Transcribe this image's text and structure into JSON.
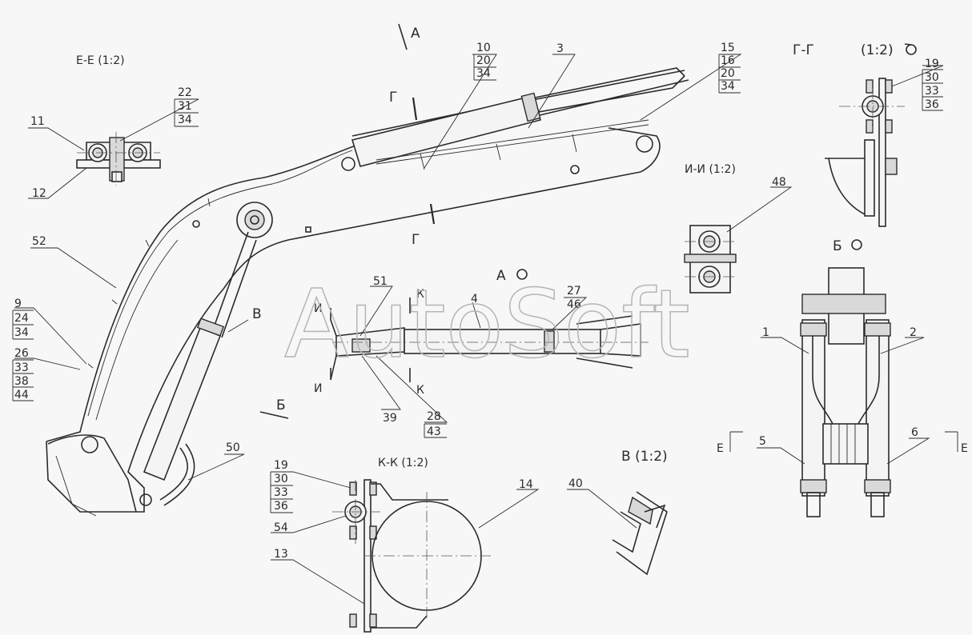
{
  "watermark": "AutoSoft",
  "views": {
    "ee": "Е-Е (1:2)",
    "gg": "Г-Г",
    "gg_scale": "(1:2)",
    "ii": "И-И (1:2)",
    "b_view": "Б",
    "a_view": "А",
    "kk": "К-К (1:2)",
    "v_view": "В (1:2)"
  },
  "section_marks": {
    "A": "А",
    "G": "Г",
    "V": "В",
    "B": "Б",
    "I": "И",
    "K": "К",
    "E": "Е"
  },
  "callouts": {
    "c3": "3",
    "c4": "4",
    "c11": "11",
    "c12": "12",
    "c52": "52",
    "c9": [
      "9",
      "24",
      "34"
    ],
    "c26": [
      "26",
      "33",
      "38",
      "44"
    ],
    "c22": [
      "22",
      "31",
      "34"
    ],
    "c10": [
      "10",
      "20",
      "34"
    ],
    "c15": [
      "15",
      "16",
      "20",
      "34"
    ],
    "c19a": [
      "19",
      "30",
      "33",
      "36"
    ],
    "c19b": [
      "19",
      "30",
      "33",
      "36"
    ],
    "c48": "48",
    "c51": "51",
    "c27": [
      "27",
      "46"
    ],
    "c39": "39",
    "c28": [
      "28",
      "43"
    ],
    "c50": "50",
    "c54": "54",
    "c13": "13",
    "c14": "14",
    "c40": "40",
    "c1": "1",
    "c2": "2",
    "c5": "5",
    "c6": "6"
  }
}
